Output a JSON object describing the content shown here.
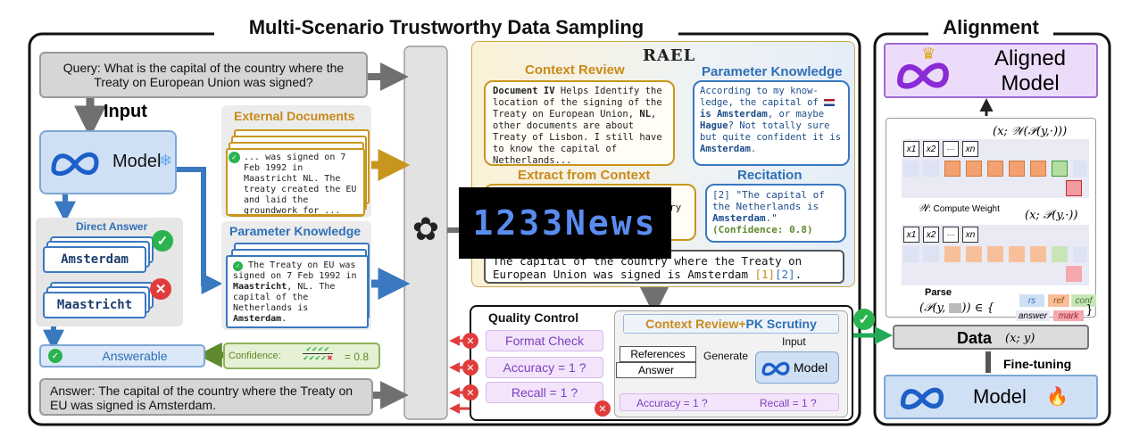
{
  "sections": {
    "left_title": "Multi-Scenario Trustworthy Data Sampling",
    "right_title": "Alignment"
  },
  "left": {
    "query": "Query: What is the capital of the country where the Treaty on European Union was signed?",
    "input_label": "Input",
    "model_label": "Model",
    "direct_answer_title": "Direct Answer",
    "answer_1": "Amsterdam",
    "answer_2": "Maastricht",
    "answerable": "Answerable",
    "confidence_prefix": "Confidence:",
    "confidence_value": "= 0.8",
    "final_answer": "Answer: The capital of the country where the Treaty on EU was signed is Amsterdam.",
    "external_docs_title": "External Documents",
    "external_doc_text": "... was signed on 7 Feb 1992 in Maastricht NL. The treaty created the EU and laid the groundwork for ...",
    "param_knowledge_title": "Parameter Knowledge",
    "param_doc_pre": "The Treaty on EU was signed on 7 Feb 1992 in ",
    "param_doc_bold1": "Maastricht",
    "param_doc_mid": ", NL. The capital of the Netherlands is ",
    "param_doc_bold2": "Amsterdam",
    "param_doc_post": "."
  },
  "rael": {
    "title": "RAEL",
    "context_review_title": "Context Review",
    "context_review_bold1": "Document IV",
    "context_review_text1": " Helps Identify the location of the signing of the Treaty on European Union, ",
    "context_review_bold2": "NL",
    "context_review_text2": ", other documents are about Treaty of Lisbon. I still have to know the capital of Netherlands...",
    "param_title": "Parameter Knowledge",
    "param_text1": "According to my know-ledge, the capital of ",
    "param_bold1": "is Amsterdam",
    "param_text2": ", or maybe ",
    "param_bold2": "Hague",
    "param_text3": "? Not totally sure but quite confident it is ",
    "param_bold3": "Amsterdam",
    "param_text4": ".",
    "extract_title": "Extract from Context",
    "extract_visible": "ry",
    "recitation_title": "Recitation",
    "recitation_text": "[2] \"The capital of the Netherlands is ",
    "recitation_bold": "Amsterdam",
    "recitation_text2": ".\"",
    "recitation_conf": "(Confidence: 0.8)",
    "output_text": "The capital of the country where the Treaty on European Union was signed is Amsterdam ",
    "output_ref1": "[1]",
    "output_ref2": "[2]",
    "output_end": "."
  },
  "watermark": "1233News",
  "quality": {
    "title": "Quality Control",
    "format_check": "Format Check",
    "accuracy": "Accuracy = 1 ?",
    "recall": "Recall = 1 ?",
    "scrutiny_title_1": "Context Review+",
    "scrutiny_title_2": " PK Scrutiny",
    "input": "Input",
    "references": "References",
    "answer": "Answer",
    "generate": "Generate",
    "model": "Model",
    "accuracy2": "Accuracy = 1 ?",
    "recall2": "Recall = 1 ?"
  },
  "alignment": {
    "aligned_model_1": "Aligned",
    "aligned_model_2": "Model",
    "top_formula": "(x; 𝒲(𝒫(y,·)))",
    "compute_weight": ": Compute Weight",
    "w_symbol": "𝒲",
    "mid_formula": "(x; 𝒫(y,·))",
    "tokens": [
      "x1",
      "x2",
      "···",
      "xn"
    ],
    "parse": "Parse",
    "parse_formula": "(𝒫(y, ",
    "parse_formula_end": ")) ∈ {",
    "tags": [
      "rs",
      "ref",
      "conf",
      "answer",
      "mark"
    ],
    "brace_end": "}",
    "data_label": "Data",
    "data_formula": "(x; y)",
    "fine_tuning": "Fine-tuning",
    "model": "Model"
  },
  "colors": {
    "orange_title": "#c98a1a",
    "blue_title": "#2e6fb7",
    "green": "#5e8a2b",
    "red": "#e03c3c",
    "purple": "#7b3fbf"
  }
}
